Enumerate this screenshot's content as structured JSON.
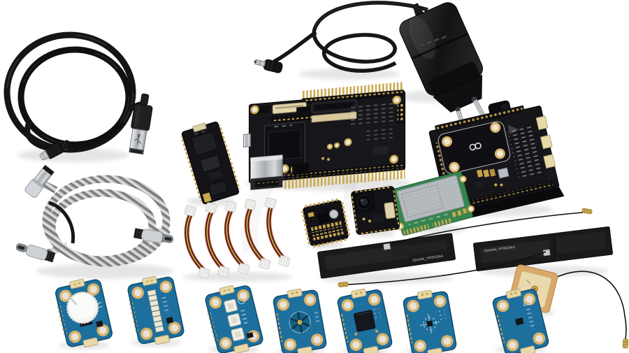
{
  "scene": {
    "description": "Product photo of an electronics development kit on a white background",
    "background": "#ffffff"
  },
  "labels": {
    "antenna_left_marking": "Quectel_YF0023AA",
    "antenna_right_marking": "Quectel_YF0023AA"
  },
  "counts": {
    "jst_cables": 5,
    "blue_modulino_boards": 7,
    "fpc_antennas": 2
  },
  "colors": {
    "pcb_black": "#17171b",
    "pcb_blue": "#1d6f9e",
    "pcb_green": "#35854f",
    "gold": "#c9a84f",
    "silver": "#c8ccd0",
    "cable_black": "#151515",
    "wire_red": "#b8342f",
    "wire_yellow": "#e0b63c",
    "connector_beige": "#e3d6ae",
    "ceramic_antenna": "#ead9ad",
    "knob_white": "#f4f4f2"
  },
  "items": [
    {
      "name": "usb-a-to-micro-usb-cable",
      "color": "black"
    },
    {
      "name": "power-adapter-eu-plug",
      "color": "black"
    },
    {
      "name": "main-carrier-board",
      "color": "black"
    },
    {
      "name": "som-stick-module",
      "color": "black"
    },
    {
      "name": "shield-carrier-board",
      "color": "black"
    },
    {
      "name": "mini-pcie-cellular-modem",
      "color": "green"
    },
    {
      "name": "sensor-breakout-small",
      "color": "black"
    },
    {
      "name": "camera-breakout-small",
      "color": "black"
    },
    {
      "name": "jst-qwiic-cable",
      "count": 5
    },
    {
      "name": "fpc-antenna",
      "count": 2
    },
    {
      "name": "gps-patch-antenna",
      "color": "tan"
    },
    {
      "name": "braided-usb-c-cable",
      "color": "silver"
    },
    {
      "name": "modulino-board",
      "count": 7,
      "color": "blue"
    }
  ]
}
